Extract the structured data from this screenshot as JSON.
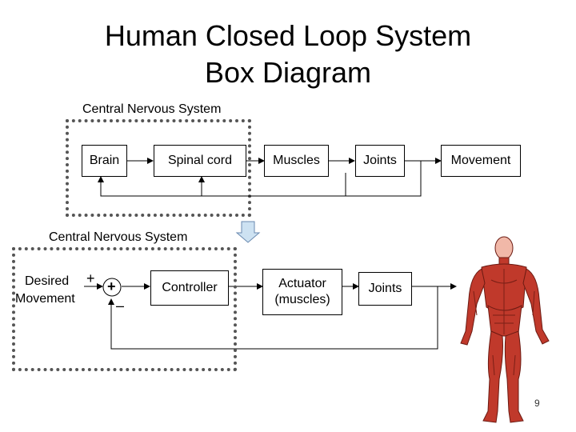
{
  "title": {
    "line1": "Human Closed Loop System",
    "line2": "Box Diagram"
  },
  "top_diagram": {
    "group_label": "Central Nervous System",
    "blocks": [
      "Brain",
      "Spinal cord",
      "Muscles",
      "Joints"
    ],
    "output_label": "Movement"
  },
  "bottom_diagram": {
    "group_label": "Central Nervous System",
    "input_label_line1": "Desired",
    "input_label_line2": "Movement",
    "plus_sign": "+",
    "summer_sign": "+",
    "minus_sign": "–",
    "controller": "Controller",
    "actuator_line1": "Actuator",
    "actuator_line2": "(muscles)",
    "joints": "Joints"
  },
  "page_number": "9",
  "colors": {
    "arrow_fill": "#cde2f2",
    "arrow_stroke": "#6a8ab0",
    "figure_muscle": "#c0392b",
    "figure_skin": "#f1b8a8"
  },
  "icons": [
    "down-arrow-icon",
    "anatomy-figure-icon"
  ]
}
